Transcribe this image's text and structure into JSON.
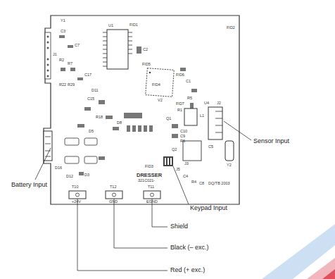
{
  "diagram": {
    "labels": [
      "Y1",
      "U1",
      "FID1",
      "FID2",
      "C3",
      "J1",
      "C7",
      "R2",
      "R7",
      "C2",
      "FID5",
      "FID4",
      "FID6",
      "C1",
      "V2",
      "R5",
      "FID7",
      "R1",
      "C17",
      "R22",
      "R29",
      "D11",
      "C15",
      "U4",
      "J2",
      "L1",
      "Q1",
      "C10",
      "C9",
      "R6",
      "R18",
      "D8",
      "D5",
      "D16",
      "D12",
      "D3",
      "T10",
      "T12",
      "T11",
      "+24V",
      "GND",
      "EGND",
      "DRESSER",
      "321C021-",
      "J5",
      "FID3",
      "J3",
      "R4",
      "C4",
      "C5",
      "C8",
      "Y2",
      "DQ/TB 2003",
      "Q2",
      "Sensor Input",
      "Battery Input",
      "Keypad Input",
      "Shield",
      "Black (– exc.)",
      "Red (+ exc.)"
    ]
  }
}
